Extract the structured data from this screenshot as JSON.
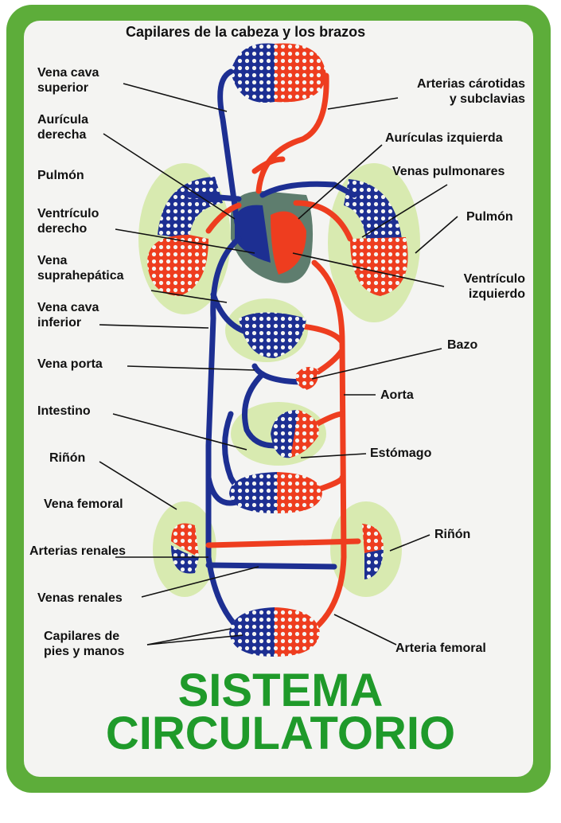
{
  "title": {
    "line1": "SISTEMA",
    "line2": "CIRCULATORIO"
  },
  "colors": {
    "frame": "#5dad3a",
    "title": "#1f9a2a",
    "vein": "#1d2f92",
    "artery": "#ee3d1f",
    "organ": "#cfe79a",
    "heart": "#5e7d6e"
  },
  "labels": {
    "head_capillaries": "Capilares de la cabeza y los brazos",
    "superior_vena_cava_1": "Vena cava",
    "superior_vena_cava_2": "superior",
    "right_atrium_1": "Aurícula",
    "right_atrium_2": "derecha",
    "lung_left": "Pulmón",
    "right_ventricle_1": "Ventrículo",
    "right_ventricle_2": "derecho",
    "hepatic_vein_1": "Vena",
    "hepatic_vein_2": "suprahepática",
    "inferior_vena_cava_1": "Vena cava",
    "inferior_vena_cava_2": "inferior",
    "portal_vein": "Vena porta",
    "intestine": "Intestino",
    "kidney_left": "Riñón",
    "femoral_vein": "Vena femoral",
    "renal_arteries": "Arterias renales",
    "renal_veins": "Venas renales",
    "feet_capillaries_1": "Capilares de",
    "feet_capillaries_2": "pies y manos",
    "carotid_1": "Arterias cárotidas",
    "carotid_2": "y subclavias",
    "left_atrium": "Aurículas izquierda",
    "pulmonary_veins": "Venas pulmonares",
    "lung_right": "Pulmón",
    "left_ventricle_1": "Ventrículo",
    "left_ventricle_2": "izquierdo",
    "spleen": "Bazo",
    "aorta": "Aorta",
    "stomach": "Estómago",
    "kidney_right": "Riñón",
    "femoral_artery": "Arteria femoral"
  }
}
